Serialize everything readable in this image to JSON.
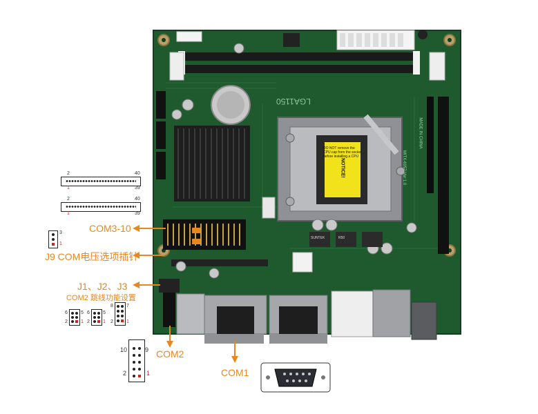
{
  "labels": {
    "com3_10": "COM3-10",
    "j9": "J9 COM电压选项插针",
    "j1_j3": "J1、J2、J3",
    "com2_func": "COM2 跳线功能设置",
    "com2": "COM2",
    "com1": "COM1"
  },
  "board": {
    "notice_title": "NOTICE!",
    "notice_text": "DO NOT remove the CPU cap from the socket before installing a CPU",
    "socket_label": "LGA1150",
    "model": "MITX-6957 Ver:1.0",
    "origin": "MADE IN CHINA",
    "cap_brand": "SUNTEK",
    "cap_value": "R50"
  },
  "headers": {
    "top": {
      "left_top": "2",
      "right_top": "40",
      "left_bottom": "1",
      "right_bottom": "39"
    },
    "bottom": {
      "left_top": "2",
      "right_top": "40",
      "left_bottom": "1",
      "right_bottom": "39"
    }
  },
  "j9_pins": {
    "top": "3",
    "bottom": "1"
  },
  "jumpers": [
    {
      "tl": "6",
      "tr": "5",
      "bl": "2",
      "br": "1"
    },
    {
      "tl": "6",
      "tr": "5",
      "bl": "2",
      "br": "1"
    },
    {
      "tl": "8",
      "tr": "7",
      "bl": "2",
      "br": "1"
    }
  ],
  "com2_header": {
    "tl": "10",
    "tr": "9",
    "bl": "2",
    "br": "1"
  },
  "colors": {
    "accent": "#e8871e",
    "pin1": "#d32020",
    "pcb": "#1f5a2e"
  }
}
